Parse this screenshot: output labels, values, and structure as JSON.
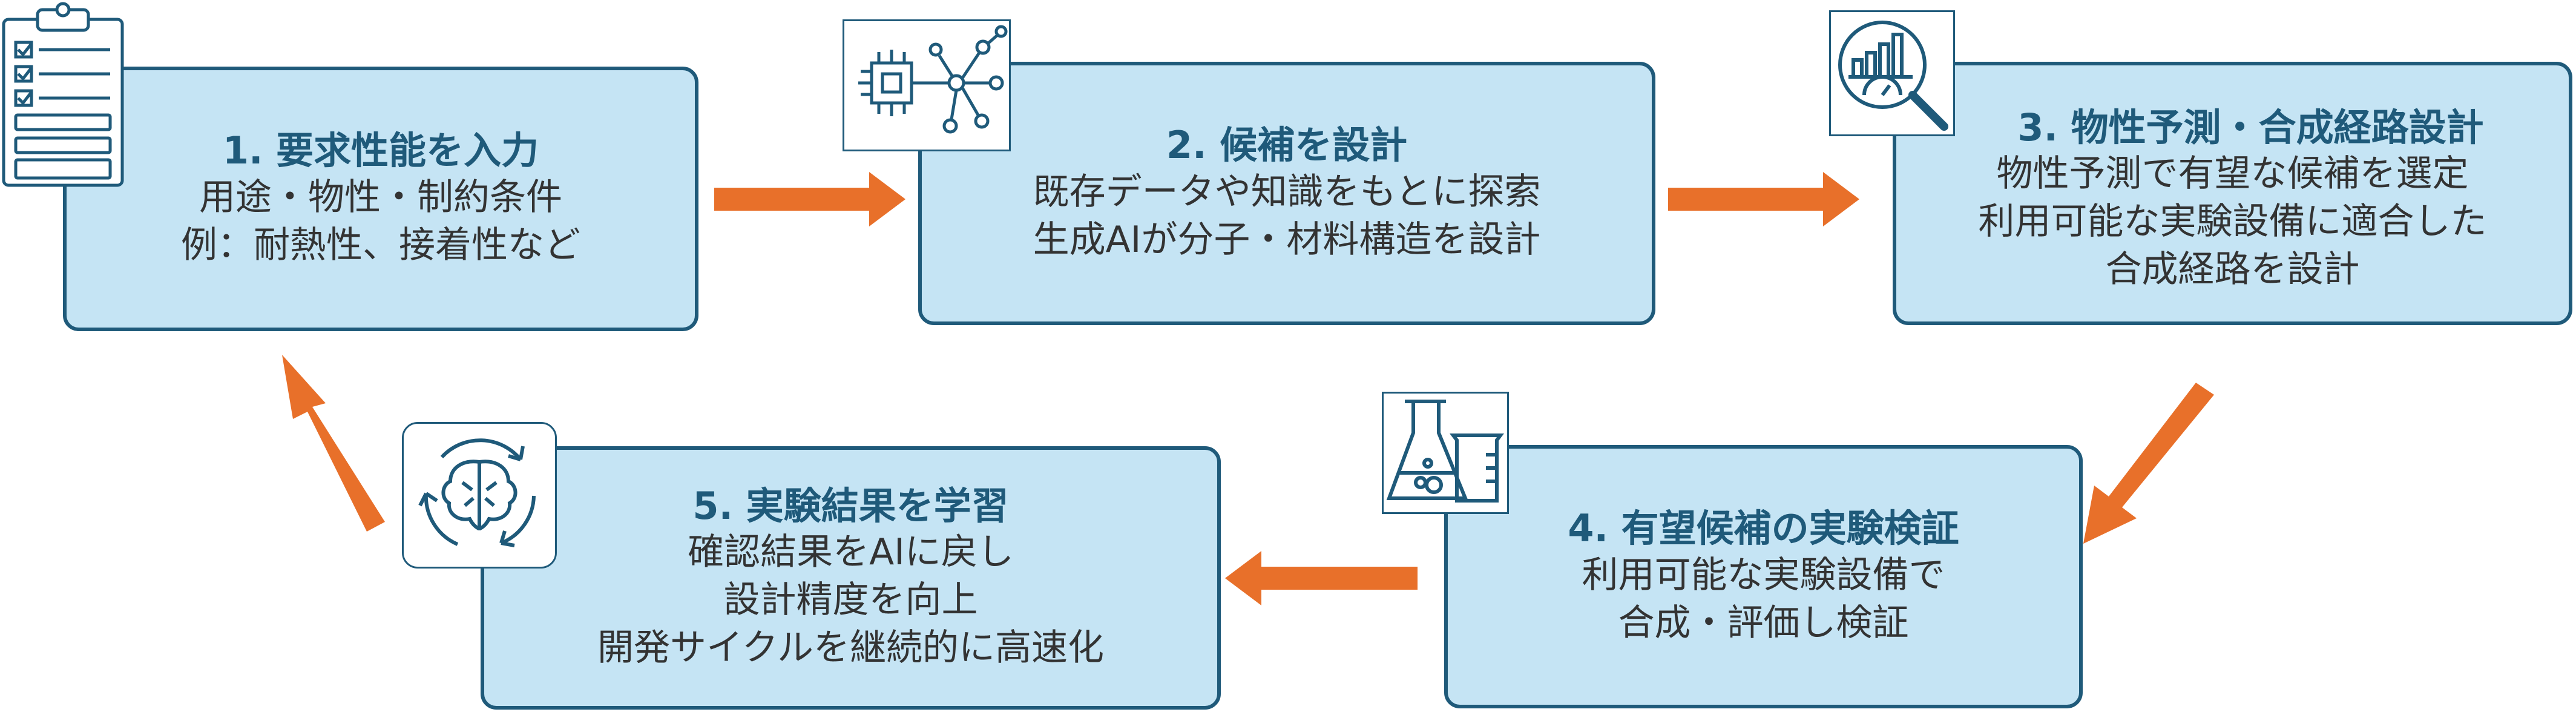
{
  "steps": [
    {
      "title": "1. 要求性能を入力",
      "lines": [
        "用途・物性・制約条件",
        "例：耐熱性、接着性など"
      ]
    },
    {
      "title": "2. 候補を設計",
      "lines": [
        "既存データや知識をもとに探索",
        "生成AIが分子・材料構造を設計"
      ]
    },
    {
      "title": "3. 物性予測・合成経路設計",
      "lines": [
        "物性予測で有望な候補を選定",
        "利用可能な実験設備に適合した",
        "合成経路を設計"
      ]
    },
    {
      "title": "4. 有望候補の実験検証",
      "lines": [
        "利用可能な実験設備で",
        "合成・評価し検証"
      ]
    },
    {
      "title": "5. 実験結果を学習",
      "lines": [
        "確認結果をAIに戻し",
        "設計精度を向上",
        "開発サイクルを継続的に高速化"
      ]
    }
  ],
  "icons": [
    "clipboard-checklist-icon",
    "ai-chip-network-icon",
    "magnifier-chart-icon",
    "lab-flask-beaker-icon",
    "brain-cycle-icon"
  ],
  "colors": {
    "box_fill": "#c5e4f4",
    "box_border": "#1f5a7a",
    "title_text": "#1f5a7a",
    "body_text": "#333333",
    "arrow": "#e8702a"
  }
}
